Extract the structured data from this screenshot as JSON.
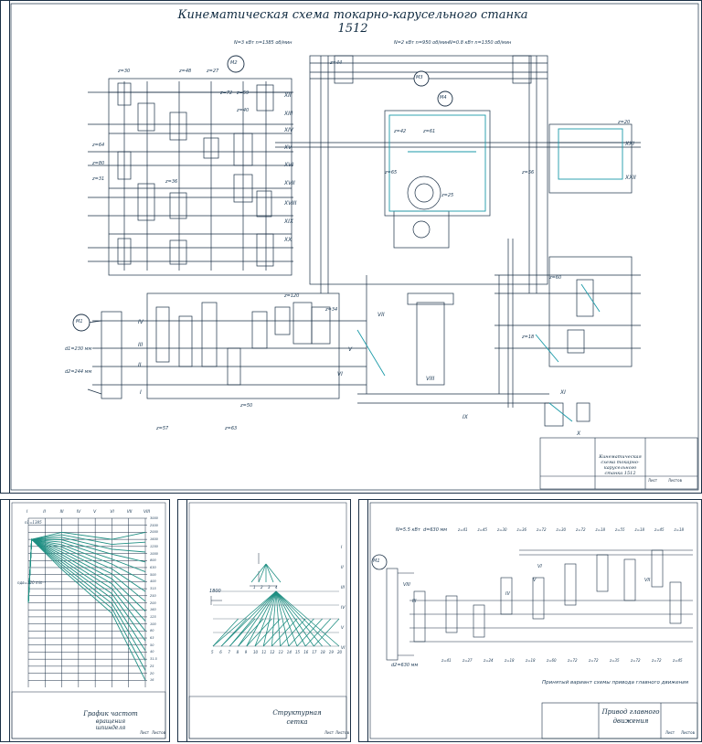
{
  "main_sheet": {
    "title": "Кинематическая схема токарно-карусельного станка 1512",
    "stamp_title": "Кинематическая схема токарно-карусельного станка 1512",
    "stamp_sheet_label": "Лист",
    "stamp_sheets_label": "Листов",
    "roman_numerals": [
      "I",
      "II",
      "III",
      "IV",
      "V",
      "VI",
      "VII",
      "VIII",
      "IX",
      "X",
      "XI",
      "XII",
      "XIII",
      "XIV",
      "XV",
      "XVI",
      "XVII",
      "XVIII",
      "XIX",
      "XX",
      "XXI",
      "XXII"
    ],
    "motor_labels": [
      "М2",
      "М3",
      "М4",
      "М1"
    ],
    "motor_specs": [
      "N=3 кВт n=1385 об/мин",
      "N=2 кВт n=950 об/мин",
      "N=0.8 кВт n=1350 об/мин"
    ],
    "belt_labels": [
      "d1=230 мм",
      "d2=244 мм"
    ],
    "gear_labels": [
      "z=30",
      "z=48",
      "z=27",
      "z=72",
      "z=59",
      "z=40",
      "z=64",
      "z=80",
      "z=31",
      "z=36",
      "z=44",
      "z=50",
      "z=63",
      "z=57",
      "z=65",
      "z=42",
      "z=25",
      "z=61",
      "z=20",
      "z=56",
      "z=34",
      "z=120",
      "z=60",
      "z=18"
    ]
  },
  "freq_sheet": {
    "title_line1": "График частот",
    "title_line2": "вращения шпинделя",
    "shaft_labels": [
      "I",
      "II",
      "III",
      "IV",
      "V",
      "VI",
      "VII",
      "VIII"
    ],
    "speed_values": [
      "3000",
      "2500",
      "2000",
      "1600",
      "1250",
      "1000",
      "800",
      "630",
      "500",
      "400",
      "315",
      "250",
      "200",
      "160",
      "125",
      "100",
      "80",
      "63",
      "50",
      "40",
      "31.5",
      "25",
      "20",
      "16"
    ],
    "n_motor_label": "n1=1385",
    "n_start_label": "nдв=120 min⁻¹",
    "stamp_sheet": "Лист",
    "stamp_sheets": "Листов"
  },
  "grid_sheet": {
    "title_line1": "Структурная",
    "title_line2": "сетка",
    "scale_numbers": [
      "5",
      "6",
      "7",
      "8",
      "9",
      "10",
      "11",
      "12",
      "13",
      "14",
      "15",
      "16",
      "17",
      "18",
      "19",
      "20"
    ],
    "top_numbers": [
      "1",
      "2",
      "3",
      "4"
    ],
    "left_label": "1800",
    "right_labels": [
      "I",
      "II",
      "III",
      "IV",
      "V",
      "VI"
    ],
    "stamp_sheet": "Лист",
    "stamp_sheets": "Листов"
  },
  "drive_sheet": {
    "title_line1": "Привод главного",
    "title_line2": "движения",
    "caption": "Принятый вариант схемы привода главного движения",
    "motor_label": "М1",
    "motor_spec": "N=5.5 кВт",
    "belt_top": "d=630 мм",
    "belt_bottom": "d2=630 мм",
    "top_gears": [
      "z=41",
      "z=45",
      "z=30",
      "z=36",
      "z=72",
      "z=30",
      "z=72",
      "z=18",
      "z=55",
      "z=18",
      "z=45",
      "z=18"
    ],
    "bottom_gears": [
      "z=41",
      "z=27",
      "z=24",
      "z=18",
      "z=18",
      "z=60",
      "z=72",
      "z=72",
      "z=35",
      "z=72",
      "z=72",
      "z=45"
    ],
    "shaft_labels": [
      "VIII",
      "III",
      "IV",
      "V",
      "VI",
      "VII"
    ],
    "stamp_sheet": "Лист",
    "stamp_sheets": "Листов"
  },
  "colors": {
    "line": "#1a2f45",
    "accent": "#1b9aa8",
    "green": "#1f8f83",
    "paper": "#ffffff"
  }
}
